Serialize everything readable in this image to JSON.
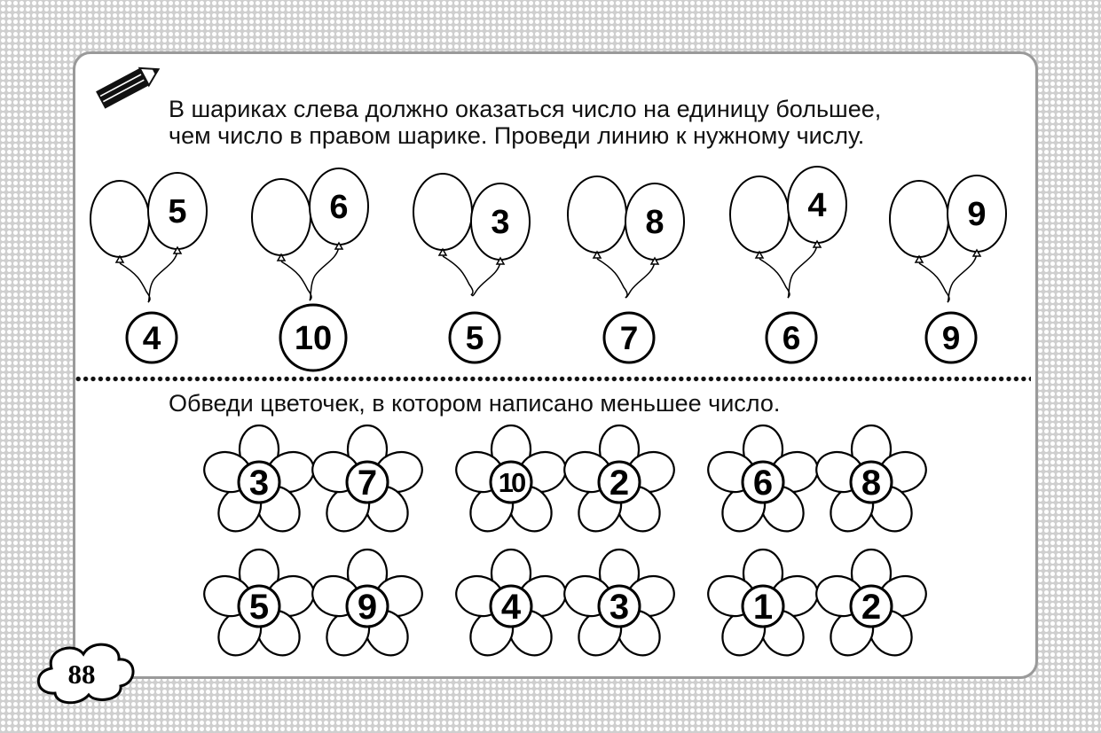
{
  "task1": {
    "text": "В шариках слева должно оказаться число на единицу большее,\nчем число в правом шарике. Проведи линию к нужному числу.",
    "balloon_pairs": [
      {
        "right": "5",
        "circle": "4"
      },
      {
        "right": "6",
        "circle": "10"
      },
      {
        "right": "3",
        "circle": "5"
      },
      {
        "right": "8",
        "circle": "7"
      },
      {
        "right": "4",
        "circle": "6"
      },
      {
        "right": "9",
        "circle": "9"
      }
    ]
  },
  "task2": {
    "text": "Обведи цветочек, в котором написано меньшее число.",
    "flower_pairs": [
      [
        "3",
        "7"
      ],
      [
        "10",
        "2"
      ],
      [
        "6",
        "8"
      ],
      [
        "5",
        "9"
      ],
      [
        "4",
        "3"
      ],
      [
        "1",
        "2"
      ]
    ]
  },
  "page_number": "88",
  "icons": [
    "pencil-icon",
    "cloud-badge"
  ]
}
